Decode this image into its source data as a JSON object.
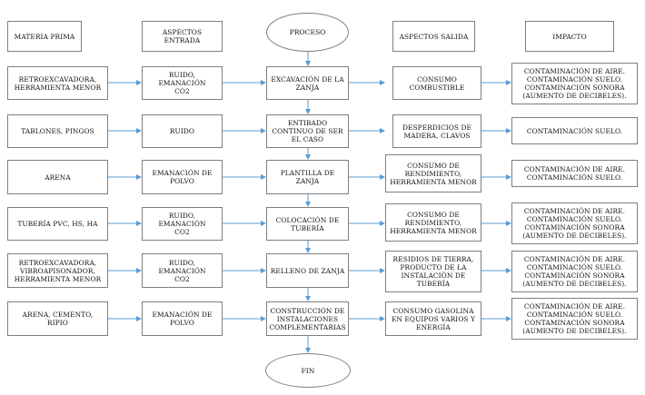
{
  "headers": {
    "materia": "MATERIA PRIMA",
    "entrada": "ASPECTOS ENTRADA",
    "proceso": "PROCESO",
    "salida": "ASPECTOS SALIDA",
    "impacto": "IMPACTO"
  },
  "end_label": "FIN",
  "rows": [
    {
      "materia": "RETROEXCAVADORA,\nHERRAMIENTA MENOR",
      "entrada": "RUIDO, EMANACIÓN\nCO2",
      "proceso": "EXCAVACIÓN DE LA\nZANJA",
      "salida": "CONSUMO\nCOMBUSTIBLE",
      "impacto": "CONTAMINACIÓN DE AIRE.\nCONTAMINACIÓN SUELO.\nCONTAMINACIÓN SONORA\n(AUMENTO DE DECIBELES)."
    },
    {
      "materia": "TABLONES, PINGOS",
      "entrada": "RUIDO",
      "proceso": "ENTIBADO\nCONTINUO DE SER\nEL CASO",
      "salida": "DESPERDICIOS DE\nMADERA, CLAVOS",
      "impacto": "CONTAMINACIÓN SUELO."
    },
    {
      "materia": "ARENA",
      "entrada": "EMANACIÓN DE\nPOLVO",
      "proceso": "PLANTILLA DE\nZANJA",
      "salida": "CONSUMO DE\nRENDIMIENTO,\nHERRAMIENTA MENOR",
      "impacto": "CONTAMINACIÓN DE AIRE.\nCONTAMINACIÓN SUELO."
    },
    {
      "materia": "TUBERÍA PVC, HS, HA",
      "entrada": "RUIDO, EMANACIÓN\nCO2",
      "proceso": "COLOCACIÓN DE\nTUBERÍA",
      "salida": "CONSUMO DE\nRENDIMIENTO,\nHERRAMIENTA MENOR",
      "impacto": "CONTAMINACIÓN DE AIRE.\nCONTAMINACIÓN SUELO.\nCONTAMINACIÓN SONORA\n(AUMENTO DE DECIBELES)."
    },
    {
      "materia": "RETROEXCAVADORA,\nVIBROAPISONADOR,\nHERRAMIENTA MENOR",
      "entrada": "RUIDO, EMANACIÓN\nCO2",
      "proceso": "RELLENO DE ZANJA",
      "salida": "RESIDIOS DE TIERRA,\nPRODUCTO DE LA\nINSTALACIÓN DE\nTUBERÍA",
      "impacto": "CONTAMINACIÓN DE AIRE.\nCONTAMINACIÓN SUELO.\nCONTAMINACIÓN SONORA\n(AUMENTO DE DECIBELES)."
    },
    {
      "materia": "ARENA, CEMENTO,\nRIPIO",
      "entrada": "EMANACIÓN DE\nPOLVO",
      "proceso": "CONSTRUCCIÓN DE\nINSTALACIONES\nCOMPLEMENTARIAS",
      "salida": "CONSUMO GASOLINA\nEN EQUIPOS VARIOS Y\nENERGÍA",
      "impacto": "CONTAMINACIÓN DE AIRE.\nCONTAMINACIÓN SUELO.\nCONTAMINACIÓN SONORA\n(AUMENTO DE DECIBELES)."
    }
  ],
  "colors": {
    "arrow": "#5b9bd5",
    "border": "#7f7f7f",
    "text": "#111111"
  }
}
